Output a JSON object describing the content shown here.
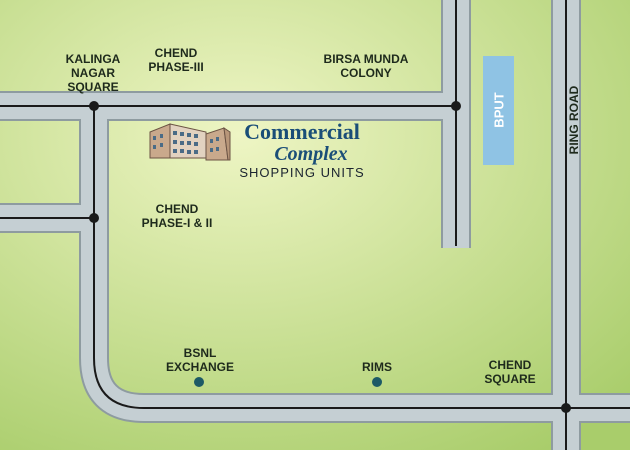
{
  "map": {
    "colors": {
      "land_light": "#eef5c4",
      "land_dark": "#a9cd6b",
      "road": "#c5cfd3",
      "road_edge": "#8e9ba0",
      "road_line": "#1a1a1a",
      "marker": "#1d5a66",
      "bput_block": "#8fc3e4"
    },
    "labels": {
      "kalinga_nagar": [
        "KALINGA",
        "NAGAR",
        "SQUARE"
      ],
      "chend_phase_3": [
        "CHEND",
        "PHASE-III"
      ],
      "birsa_munda": [
        "BIRSA MUNDA",
        "COLONY"
      ],
      "chend_phase_1_2": [
        "CHEND",
        "PHASE-I & II"
      ],
      "bsnl": [
        "BSNL",
        "EXCHANGE"
      ],
      "rims": "RIMS",
      "chend_square": [
        "CHEND",
        "SQUARE"
      ],
      "ring_road": "RING ROAD",
      "bput": "BPUT"
    },
    "brand": {
      "line1": "Commercial",
      "line2": "Complex",
      "line3": "SHOPPING UNITS"
    }
  }
}
